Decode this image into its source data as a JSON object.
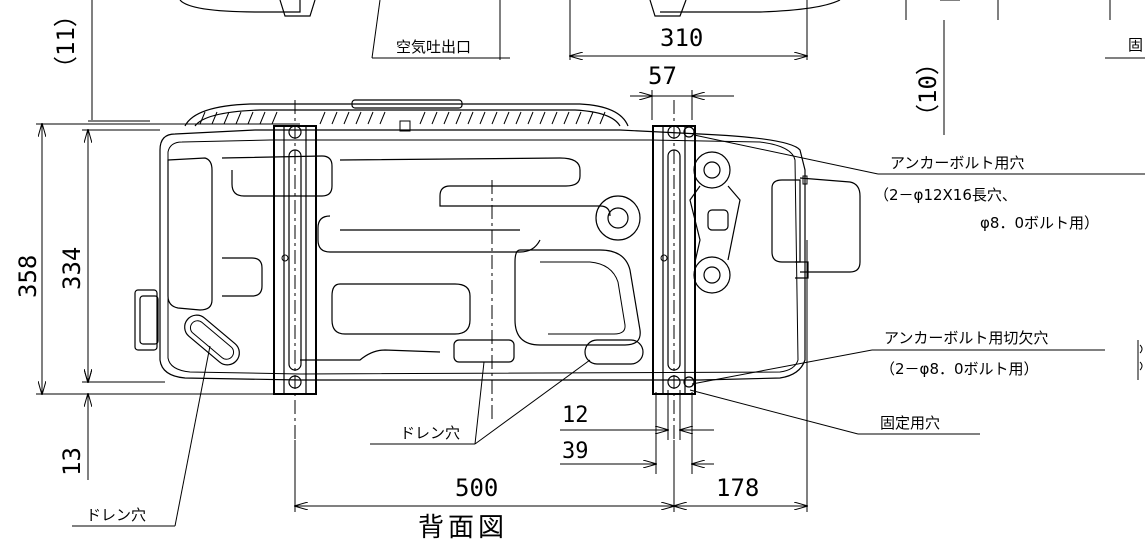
{
  "title": "背面図",
  "labels": {
    "air_outlet": "空気吐出口",
    "fixing_top_cut": "固",
    "anchor_bolt_hole": "アンカーボルト用穴",
    "anchor_bolt_hole_spec1": "（2－φ12X16長穴、",
    "anchor_bolt_hole_spec2": "φ8．0ボルト用）",
    "anchor_bolt_notch": "アンカーボルト用切欠穴",
    "anchor_bolt_notch_spec": "（2－φ8．0ボルト用）",
    "fixing_hole": "固定用穴",
    "drain_hole_center": "ドレン穴",
    "drain_hole_left": "ドレン穴"
  },
  "dimensions": {
    "d_11": "（11）",
    "d_310": "310",
    "d_57": "57",
    "d_10": "（10）",
    "d_358": "358",
    "d_334": "334",
    "d_13": "13",
    "d_12": "12",
    "d_39": "39",
    "d_500": "500",
    "d_178": "178"
  }
}
